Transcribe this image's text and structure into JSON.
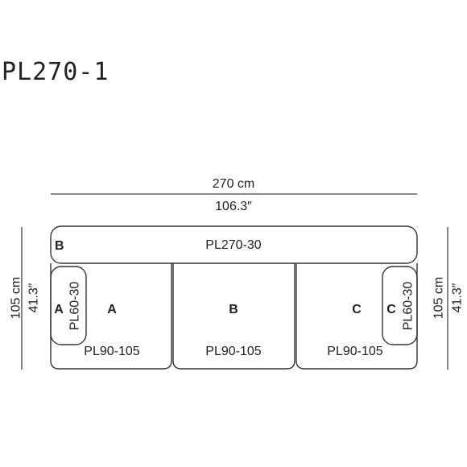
{
  "title": "PL270-1",
  "dimensions": {
    "width_cm": "270 cm",
    "width_in": "106.3″",
    "depth_cm": "105 cm",
    "depth_in": "41.3″"
  },
  "back": {
    "marker": "B",
    "code": "PL270-30"
  },
  "seats": [
    {
      "marker": "A",
      "code": "PL90-105"
    },
    {
      "marker": "B",
      "code": "PL90-105"
    },
    {
      "marker": "C",
      "code": "PL90-105"
    }
  ],
  "arms": [
    {
      "marker": "A",
      "code": "PL60-30"
    },
    {
      "marker": "C",
      "code": "PL60-30"
    }
  ]
}
